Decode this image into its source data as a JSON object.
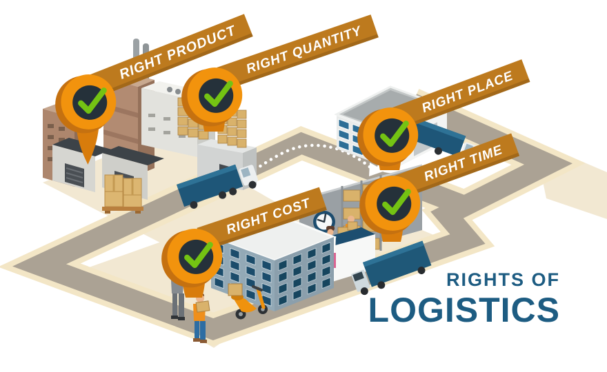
{
  "title": {
    "line1": "RIGHTS OF",
    "line2": "LOGISTICS"
  },
  "callouts": [
    {
      "id": "right-product",
      "label": "RIGHT PRODUCT",
      "icon": "check-icon"
    },
    {
      "id": "right-quantity",
      "label": "RIGHT QUANTITY",
      "icon": "check-icon"
    },
    {
      "id": "right-place",
      "label": "RIGHT PLACE",
      "icon": "check-icon"
    },
    {
      "id": "right-time",
      "label": "RIGHT TIME",
      "icon": "check-icon"
    },
    {
      "id": "right-cost",
      "label": "RIGHT COST",
      "icon": "check-icon"
    }
  ],
  "colors": {
    "banner_orange": "#bd7a1e",
    "pin_orange": "#f2930d",
    "pin_rim": "#c57110",
    "check_green": "#74c313",
    "check_background": "#25313a",
    "title_blue": "#1d5c82",
    "road_gray": "#aba294",
    "road_shoulder": "#f3e6c6",
    "ground_beige": "#f2e8d2",
    "truck_blue": "#1e5678",
    "box_tan": "#d9b26b"
  }
}
